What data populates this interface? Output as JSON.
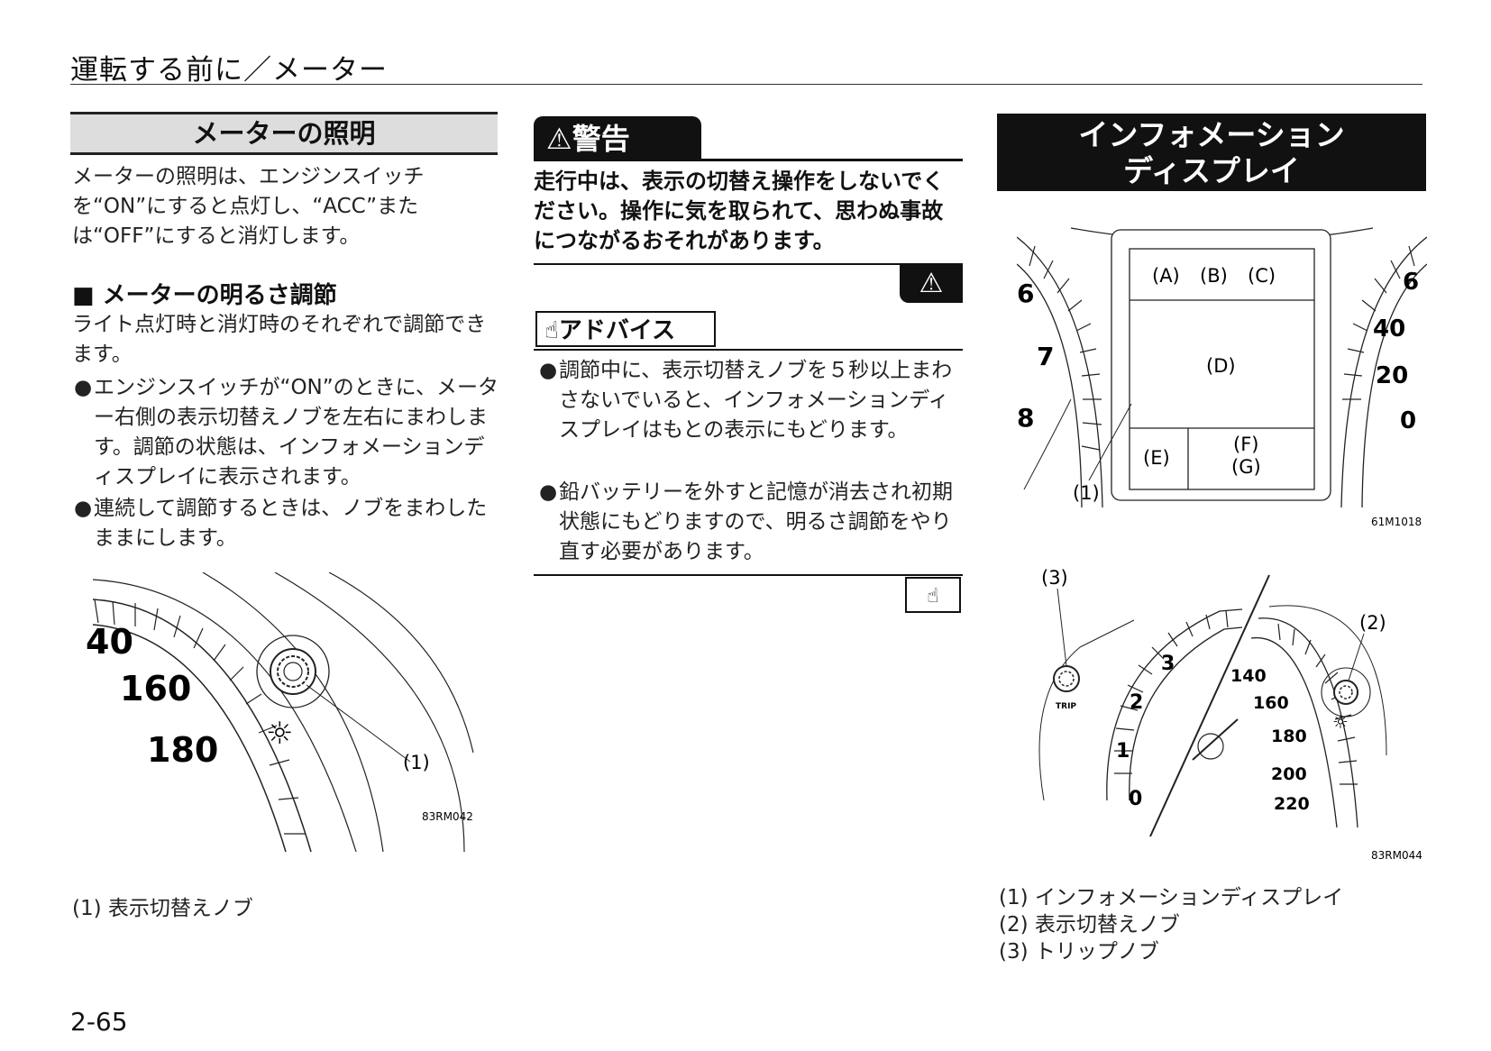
{
  "header": {
    "title": "運転する前に／メーター"
  },
  "col1": {
    "section_title": "メーターの照明",
    "para1": "メーターの照明は、エンジンスイッチを“ON”にすると点灯し、“ACC”または“OFF”にすると消灯します。",
    "subheading": "■ メーターの明るさ調節",
    "para2": "ライト点灯時と消灯時のそれぞれで調節できます。",
    "bullets": [
      "エンジンスイッチが“ON”のときに、メーター右側の表示切替えノブを左右にまわします。調節の状態は、インフォメーションディスプレイに表示されます。",
      "連続して調節するときは、ノブをまわしたままにします。"
    ],
    "figure": {
      "labels": [
        "40",
        "160",
        "180"
      ],
      "callout": "(1)",
      "code": "83RM042"
    },
    "caption": "(1) 表示切替えノブ"
  },
  "col2": {
    "warning_title": "警告",
    "warning_text": "走行中は、表示の切替え操作をしないでください。操作に気を取られて、思わぬ事故につながるおそれがあります。",
    "advice_title": "アドバイス",
    "advice_bullets": [
      "調節中に、表示切替えノブを５秒以上まわさないでいると、インフォメーションディスプレイはもとの表示にもどります。",
      "鉛バッテリーを外すと記憶が消去され初期状態にもどりますので、明るさ調節をやり直す必要があります。"
    ]
  },
  "col3": {
    "section_title_line1": "インフォメーション",
    "section_title_line2": "ディスプレイ",
    "figure1": {
      "left_nums": [
        "6",
        "7",
        "8"
      ],
      "right_nums": [
        "6",
        "40",
        "20",
        "0"
      ],
      "cells": [
        "(A)",
        "(B)",
        "(C)",
        "(D)",
        "(E)",
        "(F)",
        "(G)"
      ],
      "callout": "(1)",
      "code": "61M1018"
    },
    "figure2": {
      "callouts": [
        "(3)",
        "(2)"
      ],
      "tach_nums": [
        "3",
        "2",
        "1",
        "0"
      ],
      "speed_nums": [
        "140",
        "160",
        "180",
        "200",
        "220"
      ],
      "trip_label": "TRIP",
      "code": "83RM044"
    },
    "captions": [
      "(1) インフォメーションディスプレイ",
      "(2) 表示切替えノブ",
      "(3) トリップノブ"
    ]
  },
  "page_number": "2-65"
}
